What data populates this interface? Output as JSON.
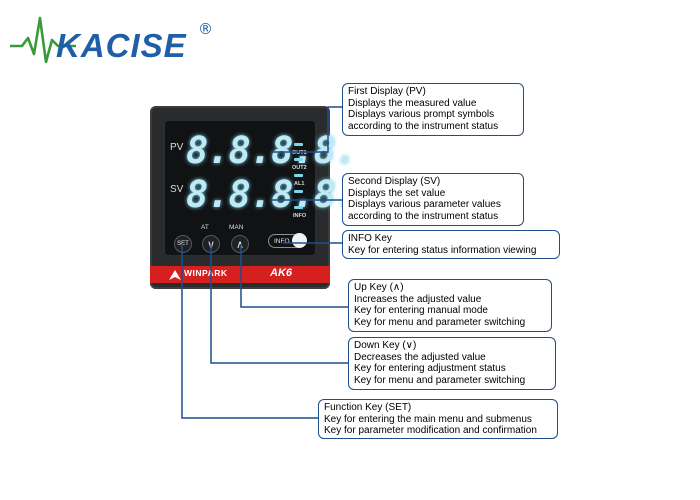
{
  "logo": {
    "text": "KACISE",
    "registered": "®",
    "colors": {
      "text": "#1f5fa8",
      "wave": "#3a9a3a"
    }
  },
  "device": {
    "pv_label": "PV",
    "sv_label": "SV",
    "pv_value": "8.8.8.8.",
    "sv_value": "8.8.8.8.",
    "indicators": [
      "OUT1",
      "OUT2",
      "AL1",
      "INFO"
    ],
    "keys": {
      "at_label": "AT",
      "man_label": "MAN",
      "set_key": "SET",
      "down_key": "∨",
      "up_key": "∧",
      "info_key": "INFO"
    },
    "brand": "WINPARK",
    "model": "AK6",
    "colors": {
      "body": "#2a2b2d",
      "band": "#d62020",
      "digits": "#bfe9f4"
    }
  },
  "callouts": {
    "first_display": {
      "title": "First Display (PV)",
      "lines": [
        "Displays the measured value",
        "Displays various prompt symbols",
        "according to the instrument status"
      ]
    },
    "second_display": {
      "title": "Second Display (SV)",
      "lines": [
        "Displays the set value",
        "Displays various parameter values",
        "according to the instrument status"
      ]
    },
    "info_key": {
      "title": "INFO Key",
      "lines": [
        "Key for entering status information viewing"
      ]
    },
    "up_key": {
      "title": "Up Key (∧)",
      "lines": [
        "Increases the adjusted value",
        "Key for entering manual mode",
        "Key for menu and parameter switching"
      ]
    },
    "down_key": {
      "title": "Down Key (∨)",
      "lines": [
        "Decreases the adjusted value",
        "Key for entering adjustment status",
        "Key for menu and parameter switching"
      ]
    },
    "function_key": {
      "title": "Function Key (SET)",
      "lines": [
        "Key for entering the main menu and submenus",
        "Key for parameter modification and confirmation"
      ]
    }
  },
  "line_color": "#1f4e8a"
}
